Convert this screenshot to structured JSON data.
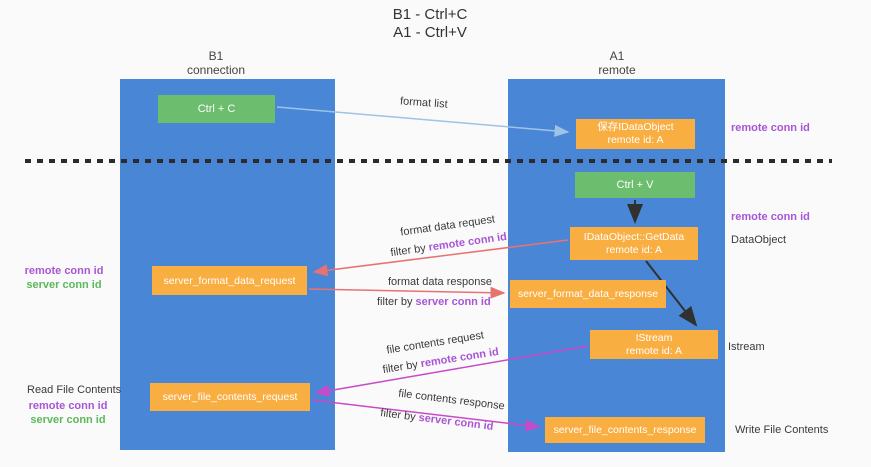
{
  "title": {
    "line1": "B1 - Ctrl+C",
    "line2": "A1 - Ctrl+V"
  },
  "columns": {
    "left": {
      "name": "B1",
      "role": "connection"
    },
    "right": {
      "name": "A1",
      "role": "remote"
    }
  },
  "boxes": {
    "ctrl_c": "Ctrl + C",
    "ctrl_v": "Ctrl + V",
    "save_dataobject": {
      "line1": "保存IDataObject",
      "line2": "remote id: A"
    },
    "getdata": {
      "line1": "IDataObject::GetData",
      "line2": "remote id: A"
    },
    "istream": {
      "line1": "IStream",
      "line2": "remote id: A"
    },
    "server_format_data_request": "server_format_data_request",
    "server_format_data_response": "server_format_data_response",
    "server_file_contents_request": "server_file_contents_request",
    "server_file_contents_response": "server_file_contents_response"
  },
  "arrow_labels": {
    "format_list": "format list",
    "format_data_request": "format data request",
    "format_data_response": "format data response",
    "file_contents_request": "file contents request",
    "file_contents_response": "file contents response",
    "filter_by": "filter by ",
    "remote_conn_id": "remote conn id",
    "server_conn_id": "server conn id"
  },
  "side_labels": {
    "remote_conn_id": "remote conn id",
    "server_conn_id": "server conn id",
    "dataobject": "DataObject",
    "istream": "Istream",
    "read_file_contents": "Read File Contents",
    "write_file_contents": "Write File Contents"
  },
  "colors": {
    "lifeline_blue": "#4a86d6",
    "box_orange": "#f9ae42",
    "box_green": "#6cbd6e",
    "arrow_light_blue": "#9dc3e6",
    "arrow_red": "#e87272",
    "arrow_magenta": "#c94ac9",
    "arrow_black": "#303030",
    "label_purple": "#a855d6",
    "label_green": "#5cb85c",
    "separator_black": "#2b2b2b"
  }
}
